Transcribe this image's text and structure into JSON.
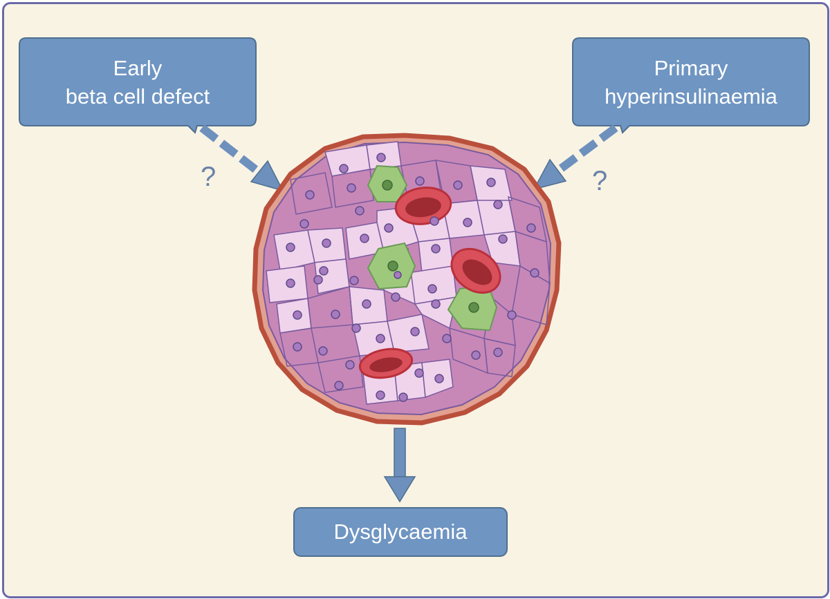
{
  "callouts": {
    "left": {
      "line1": "Early",
      "line2": "beta cell defect",
      "marker": "?"
    },
    "right": {
      "line1": "Primary",
      "line2": "hyperinsulinaemia",
      "marker": "?"
    }
  },
  "outcome": {
    "label": "Dysglycaemia"
  },
  "colors": {
    "background": "#f9f3e4",
    "frame": "#6a69a8",
    "box_fill": "#6f95c2",
    "box_stroke": "#4f6f8f",
    "arrow": "#6d90bd",
    "islet_border": "#b9503c",
    "islet_rim": "#e2a091",
    "dark_cell": "#c788b8",
    "light_cell": "#f0d4ec",
    "green_cell": "#9ec97d",
    "red_vessel": "#d9505a"
  },
  "icons": {
    "islet": "pancreatic-islet-illustration",
    "arrows": [
      "dashed-arrow-icon",
      "dashed-arrow-icon",
      "down-arrow-icon"
    ]
  }
}
